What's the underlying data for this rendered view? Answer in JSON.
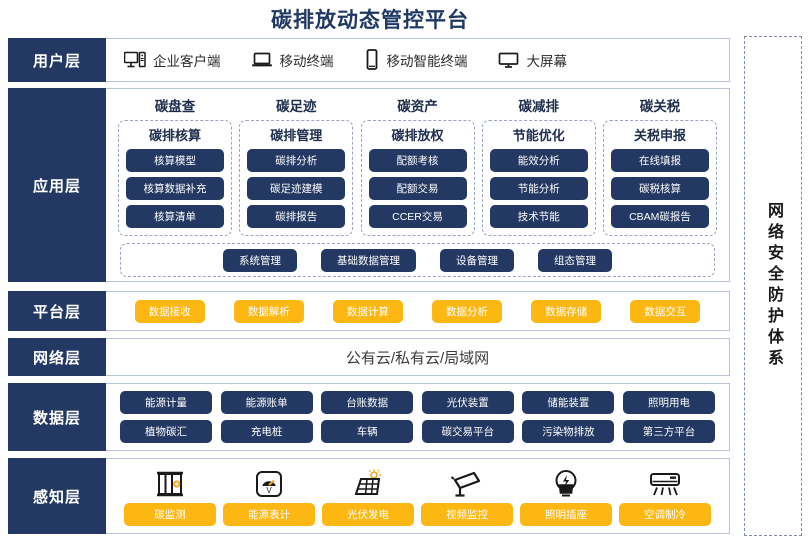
{
  "title": "碳排放动态管控平台",
  "security_panel": {
    "label": "网络安全防护体系"
  },
  "layers": {
    "user": {
      "label": "用户层",
      "items": [
        {
          "icon": "desktop-tower-icon",
          "label": "企业客户端"
        },
        {
          "icon": "laptop-icon",
          "label": "移动终端"
        },
        {
          "icon": "smartphone-icon",
          "label": "移动智能终端"
        },
        {
          "icon": "big-screen-icon",
          "label": "大屏幕"
        }
      ]
    },
    "application": {
      "label": "应用层",
      "groups": [
        {
          "title": "碳盘查",
          "subtitle": "碳排核算",
          "items": [
            "核算模型",
            "核算数据补充",
            "核算清单"
          ]
        },
        {
          "title": "碳足迹",
          "subtitle": "碳排管理",
          "items": [
            "碳排分析",
            "碳足迹建模",
            "碳排报告"
          ]
        },
        {
          "title": "碳资产",
          "subtitle": "碳排放权",
          "items": [
            "配额考核",
            "配额交易",
            "CCER交易"
          ]
        },
        {
          "title": "碳减排",
          "subtitle": "节能优化",
          "items": [
            "能效分析",
            "节能分析",
            "技术节能"
          ]
        },
        {
          "title": "碳关税",
          "subtitle": "关税申报",
          "items": [
            "在线填报",
            "碳税核算",
            "CBAM碳报告"
          ]
        }
      ],
      "common_items": [
        "系统管理",
        "基础数据管理",
        "设备管理",
        "组态管理"
      ]
    },
    "platform": {
      "label": "平台层",
      "items": [
        "数据接收",
        "数据解析",
        "数据计算",
        "数据分析",
        "数据存储",
        "数据交互"
      ]
    },
    "network": {
      "label": "网络层",
      "text": "公有云/私有云/局域网"
    },
    "data": {
      "label": "数据层",
      "row1": [
        "能源计量",
        "能源账单",
        "台账数据",
        "光伏装置",
        "储能装置",
        "照明用电"
      ],
      "row2": [
        "植物碳汇",
        "充电桩",
        "车辆",
        "碳交易平台",
        "污染物排放",
        "第三方平台"
      ]
    },
    "sense": {
      "label": "感知层",
      "items": [
        {
          "icon": "carbon-monitor-icon",
          "label": "碳监测"
        },
        {
          "icon": "energy-meter-icon",
          "label": "能源表计"
        },
        {
          "icon": "solar-panel-icon",
          "label": "光伏发电"
        },
        {
          "icon": "cctv-camera-icon",
          "label": "视频监控"
        },
        {
          "icon": "light-bulb-icon",
          "label": "照明插座"
        },
        {
          "icon": "air-conditioner-icon",
          "label": "空调制冷"
        }
      ]
    }
  },
  "colors": {
    "dark_navy": "#233862",
    "accent_yellow": "#fcb713",
    "title_blue": "#203864",
    "border_grey": "#b9c4da"
  }
}
